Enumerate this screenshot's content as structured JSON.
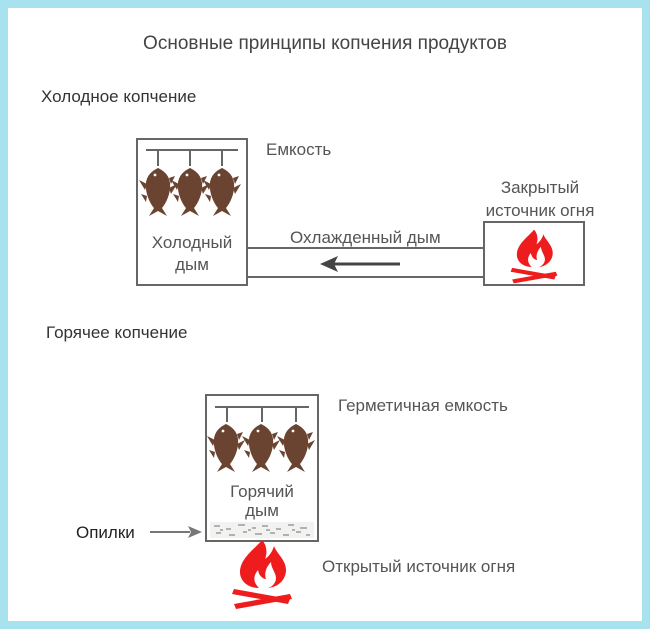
{
  "title": "Основные принципы копчения продуктов",
  "cold": {
    "section_label": "Холодное копчение",
    "container_label": "Емкость",
    "smoke_label_line1": "Холодный",
    "smoke_label_line2": "дым",
    "source_label_line1": "Закрытый",
    "source_label_line2": "источник огня",
    "flow_label": "Охлажденный дым"
  },
  "hot": {
    "section_label": "Горячее копчение",
    "container_label": "Герметичная емкость",
    "smoke_label_line1": "Горячий",
    "smoke_label_line2": "дым",
    "sawdust_label": "Опилки",
    "source_label": "Открытый источник огня"
  },
  "colors": {
    "frame": "#a7e2ee",
    "line": "#666666",
    "fish": "#6b4331",
    "fire": "#ee1c1c"
  },
  "icons": [
    "fish-icon",
    "fire-icon",
    "arrow-left-icon",
    "arrow-right-icon"
  ]
}
